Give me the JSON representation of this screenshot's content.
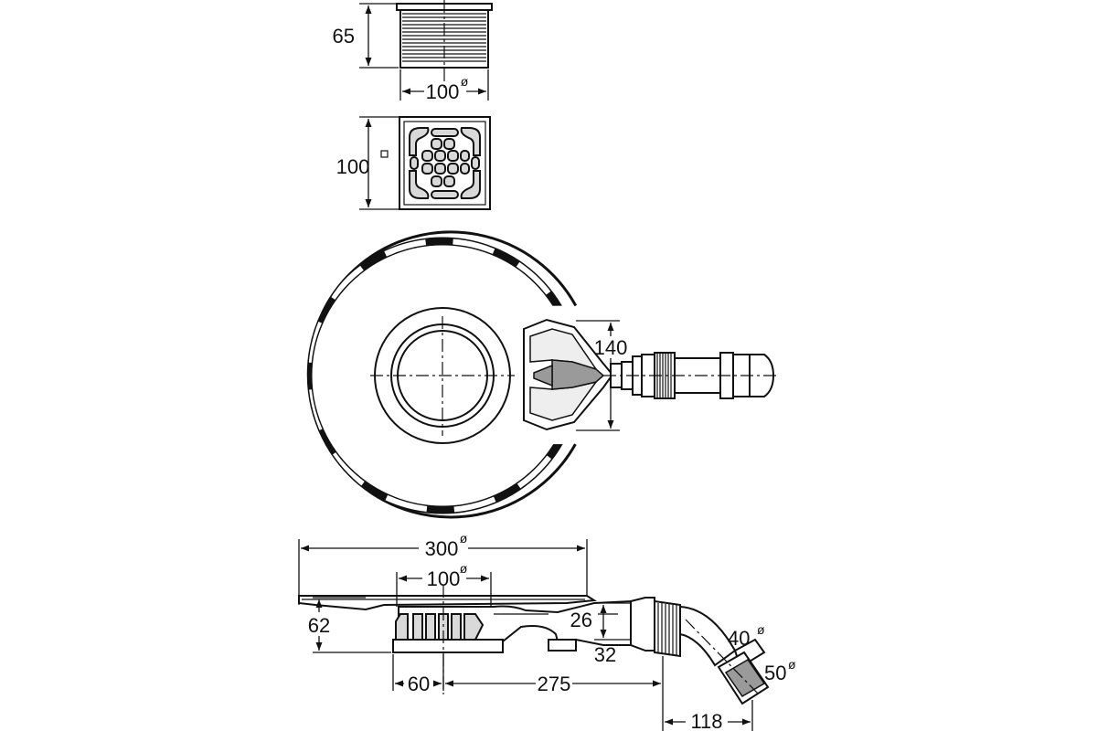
{
  "grate_height": {
    "value": "65"
  },
  "grate_top_width": {
    "value": "100",
    "symbol": "ø"
  },
  "grate_square": {
    "value": "100",
    "symbol": "□"
  },
  "outlet_span": {
    "value": "140"
  },
  "plate_diameter": {
    "value": "300",
    "symbol": "ø"
  },
  "drain_diameter": {
    "value": "100",
    "symbol": "ø"
  },
  "total_height": {
    "value": "62"
  },
  "outlet_gap_upper": {
    "value": "26"
  },
  "outlet_gap_lower": {
    "value": "32"
  },
  "offset_left": {
    "value": "60"
  },
  "offset_outlet": {
    "value": "275"
  },
  "outlet_reach": {
    "value": "118"
  },
  "pipe_inner": {
    "value": "40",
    "symbol": "ø"
  },
  "pipe_outer": {
    "value": "50",
    "symbol": "ø"
  },
  "arrow_color": "#111111"
}
